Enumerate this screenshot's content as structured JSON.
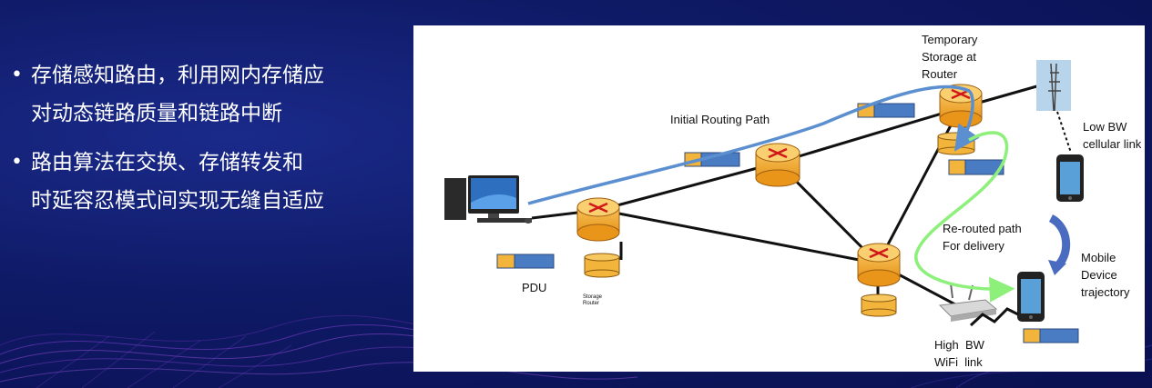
{
  "bullets": [
    {
      "line1": "存储感知路由，利用网内存储应",
      "line2": "对动态链路质量和链路中断"
    },
    {
      "line1": " 路由算法在交换、存储转发和",
      "line2": "时延容忍模式间实现无缝自适应"
    }
  ],
  "bullet_symbol": "•",
  "diagram": {
    "temp_storage": [
      "Temporary",
      "Storage at",
      "Router"
    ],
    "initial_path": "Initial Routing Path",
    "low_bw": [
      "Low BW",
      "cellular link"
    ],
    "rerouted": [
      "Re-routed path",
      "For delivery"
    ],
    "mobile": [
      "Mobile",
      "Device",
      "trajectory"
    ],
    "pdu": "PDU",
    "storage_router": [
      "Storage",
      "Router"
    ],
    "wifi": [
      "High  BW",
      "WiFi  link"
    ]
  },
  "colors": {
    "blue_path": "#5b8fd0",
    "green_path": "#8cf07a",
    "router": "#f2a930",
    "pdu_blue": "#4a7cc4",
    "pdu_orange": "#f2b43a"
  },
  "icons": [
    "computer-icon",
    "router-icon",
    "storage-cylinder-icon",
    "cell-tower-icon",
    "phone-icon",
    "wifi-router-icon",
    "trajectory-arrow-icon"
  ]
}
